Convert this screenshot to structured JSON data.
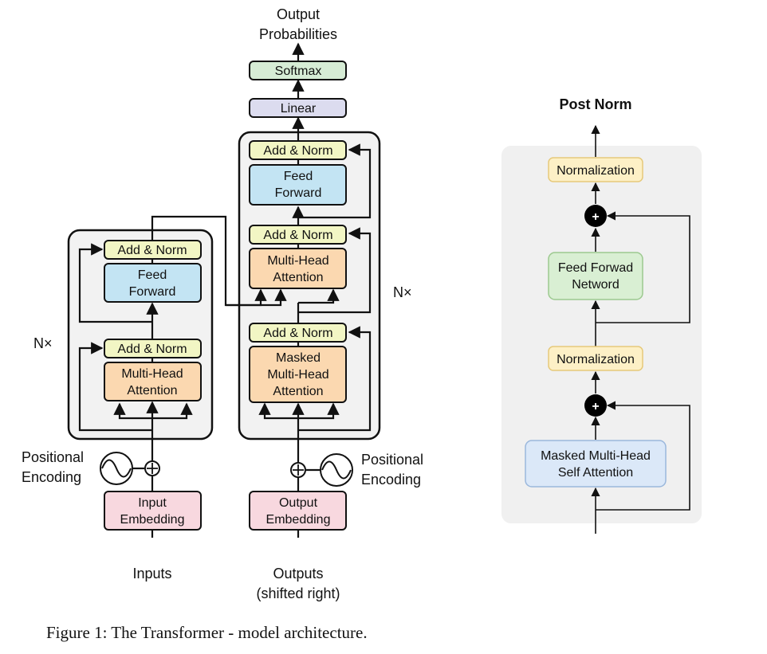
{
  "transformer": {
    "output_probabilities": [
      "Output",
      "Probabilities"
    ],
    "softmax": "Softmax",
    "linear": "Linear",
    "add_norm": "Add & Norm",
    "feed_forward": [
      "Feed",
      "Forward"
    ],
    "multi_head_attention": [
      "Multi-Head",
      "Attention"
    ],
    "masked_multi_head_attention": [
      "Masked",
      "Multi-Head",
      "Attention"
    ],
    "nx": "N×",
    "positional_encoding": [
      "Positional",
      "Encoding"
    ],
    "input_embedding": [
      "Input",
      "Embedding"
    ],
    "output_embedding": [
      "Output",
      "Embedding"
    ],
    "inputs": "Inputs",
    "outputs": [
      "Outputs",
      "(shifted right)"
    ],
    "colors": {
      "softmax": "#d6ecd5",
      "linear": "#dcdcef",
      "add_norm": "#f2f6c4",
      "feed_forward": "#c3e4f3",
      "attention": "#fbd8b0",
      "embedding": "#f8d8df",
      "stack_bg": "#f2f2f2"
    }
  },
  "post_norm": {
    "title": "Post Norm",
    "normalization": "Normalization",
    "ffn": [
      "Feed Forwad",
      "Netword"
    ],
    "masked_self_attention": [
      "Masked Multi-Head",
      "Self Attention"
    ],
    "plus": "+",
    "colors": {
      "panel_bg": "#f0f0f0",
      "norm": "#fdf0c6",
      "ffn": "#d9efd3",
      "attn": "#dbe8f8"
    }
  },
  "caption": "Figure 1: The Transformer - model architecture."
}
